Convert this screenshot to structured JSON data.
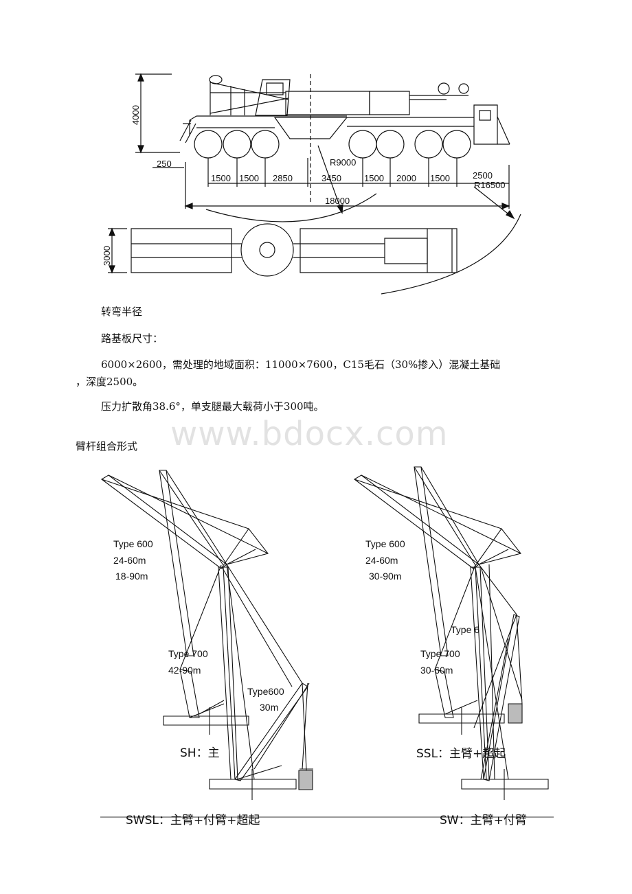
{
  "drawing1": {
    "vertical_dims": [
      "4000",
      "3000"
    ],
    "ground_dim": "250",
    "spans": [
      "1500",
      "1500",
      "2850",
      "3450",
      "1500",
      "2000",
      "1500",
      "2500"
    ],
    "total": "18000",
    "radius_inner": "R9000",
    "radius_outer": "R16500"
  },
  "text": {
    "turning_radius": "转弯半径",
    "road_plate": "路基板尺寸：",
    "spec_line1": "6000×2600，需处理的地域面积：11000×7600，C15毛石（30%掺入）混凝土基础",
    "spec_line2": "，深度2500。",
    "spec_line3": "压力扩散角38.6°，单支腿最大载荷小于300吨。",
    "boom_title": "臂杆组合形式"
  },
  "watermark": "www.bdocx.com",
  "drawing2": {
    "left": {
      "type_a": "Type 600",
      "type_a_range1": "24-60m",
      "type_a_range2": "18-90m",
      "type_b": "Type 700",
      "type_b_range": "42-90m",
      "type_c": "Type600",
      "type_c_range": "30m",
      "caption_sh": "SH：主",
      "caption_bottom": "SWSL：主臂+付臂+超起"
    },
    "right": {
      "type_a": "Type 600",
      "type_a_range1": "24-60m",
      "type_a_range2": "30-90m",
      "type_b": "Type 700",
      "type_b_range": "30-60m",
      "type_c": "Type 6",
      "caption_ssl": "SSL：主臂+超起",
      "caption_bottom": "SW：主臂+付臂"
    }
  }
}
